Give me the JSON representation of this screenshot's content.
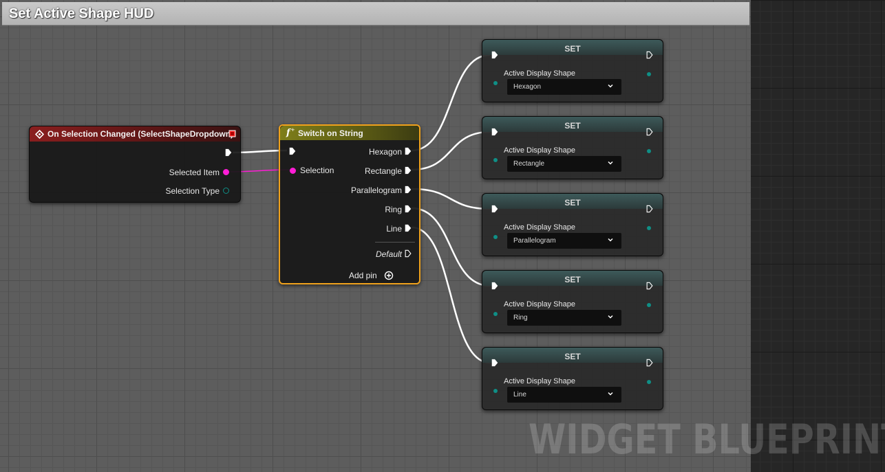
{
  "graph": {
    "title": "Set Active Shape HUD",
    "watermark": "WIDGET BLUEPRINT"
  },
  "event_node": {
    "title": "On Selection Changed (SelectShapeDropdown)",
    "pins": {
      "selected_item": "Selected Item",
      "selection_type": "Selection Type"
    },
    "colors": {
      "header": "#7a1c1c",
      "string_pin": "#ff1dd6",
      "enum_pin": "#0f8f86"
    }
  },
  "switch_node": {
    "title": "Switch on String",
    "input_pin": "Selection",
    "output_pins": [
      "Hexagon",
      "Rectangle",
      "Parallelogram",
      "Ring",
      "Line"
    ],
    "default_pin": "Default",
    "add_pin_label": "Add pin",
    "colors": {
      "header": "#7b7b18",
      "selected_border": "#f0a21c"
    }
  },
  "set_nodes": [
    {
      "title": "SET",
      "variable": "Active Display Shape",
      "value": "Hexagon"
    },
    {
      "title": "SET",
      "variable": "Active Display Shape",
      "value": "Rectangle"
    },
    {
      "title": "SET",
      "variable": "Active Display Shape",
      "value": "Parallelogram"
    },
    {
      "title": "SET",
      "variable": "Active Display Shape",
      "value": "Ring"
    },
    {
      "title": "SET",
      "variable": "Active Display Shape",
      "value": "Line"
    }
  ],
  "icons": {
    "event": "event-diamond-icon",
    "delegate": "delegate-square-icon",
    "switch": "function-f-icon",
    "exec": "exec-arrow-icon",
    "add": "add-circle-icon",
    "dropdown": "chevron-down-icon"
  }
}
